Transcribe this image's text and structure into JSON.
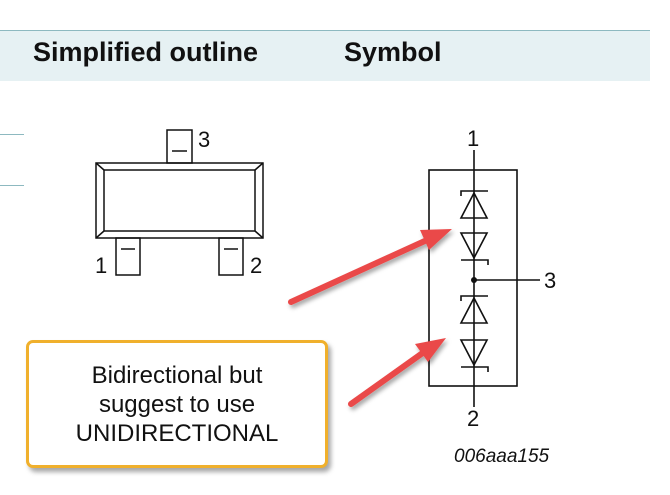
{
  "header": {
    "outline_title": "Simplified outline",
    "symbol_title": "Symbol"
  },
  "outline": {
    "pin_top": "3",
    "pin_left": "1",
    "pin_right": "2"
  },
  "symbol": {
    "pin_top": "1",
    "pin_right": "3",
    "pin_bottom": "2",
    "figure_code": "006aaa155"
  },
  "callout": {
    "line1": "Bidirectional but",
    "line2": "suggest to use",
    "line3": "UNIDIRECTIONAL",
    "border_color": "#f0b02c"
  },
  "colors": {
    "header_bg": "#e6f1f3",
    "arrow": "#ea4848"
  }
}
